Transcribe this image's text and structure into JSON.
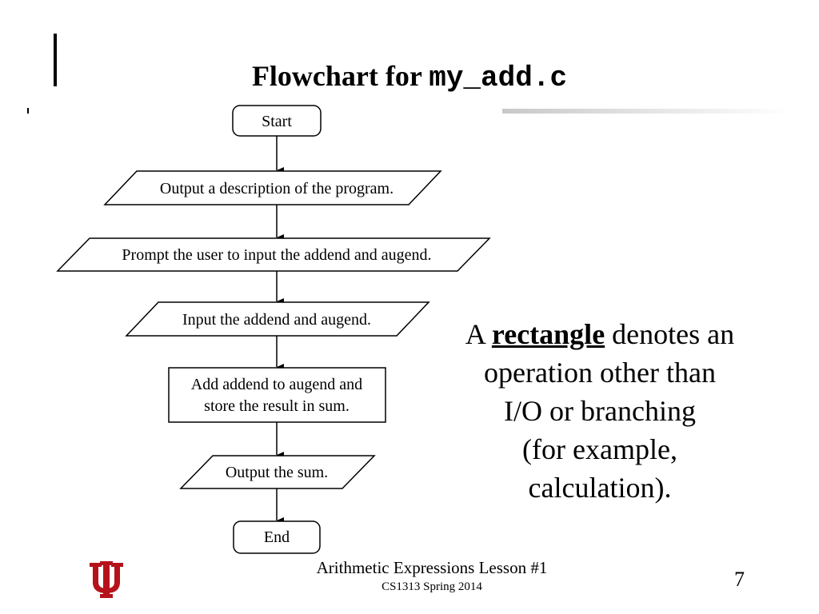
{
  "title": {
    "prefix": "Flowchart for ",
    "code": "my_add.c"
  },
  "flowchart": {
    "start": "Start",
    "steps": [
      "Output a description of the program.",
      "Prompt the user to input the addend and augend.",
      "Input the addend and augend."
    ],
    "process_lines": [
      "Add addend to augend and",
      "store the result in sum."
    ],
    "output_sum": "Output the sum.",
    "end": "End"
  },
  "explanation": {
    "lead": "A ",
    "keyword": "rectangle",
    "line1_rest": " denotes an",
    "line2": "operation other than",
    "line3": "I/O or branching",
    "line4": "(for example,",
    "line5": "calculation)."
  },
  "footer": {
    "lesson": "Arithmetic Expressions Lesson #1",
    "course": "CS1313 Spring 2014",
    "page": "7"
  },
  "colors": {
    "logo": "#b5121b"
  },
  "logo": {
    "icon": "university-interlocking-ou-logo"
  }
}
